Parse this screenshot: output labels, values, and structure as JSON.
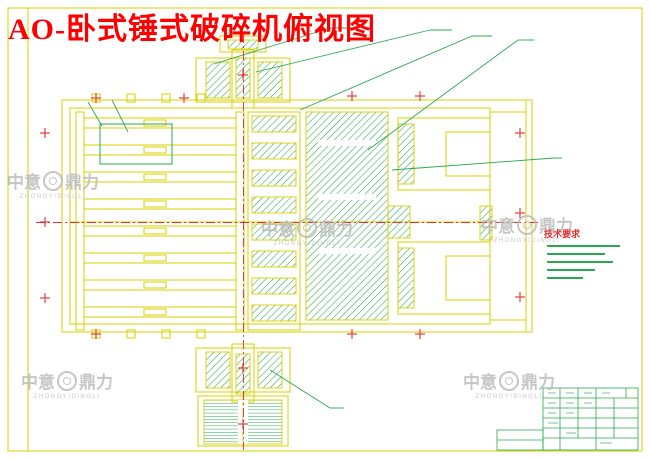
{
  "page": {
    "title": "AO-卧式锤式破碎机俯视图"
  },
  "watermark": {
    "part1": "中意",
    "part2": "鼎力",
    "full": "中意鼎力",
    "latin": "ZHONGYIDINGLI"
  },
  "tech_notes": {
    "label": "技术要求"
  },
  "colors": {
    "line_yellow": "#d8d100",
    "line_green": "#2aa84f",
    "line_red": "#ff0000",
    "title_red": "#ff0000",
    "watermark_gray": "#b9b9b9",
    "background": "#ffffff"
  }
}
